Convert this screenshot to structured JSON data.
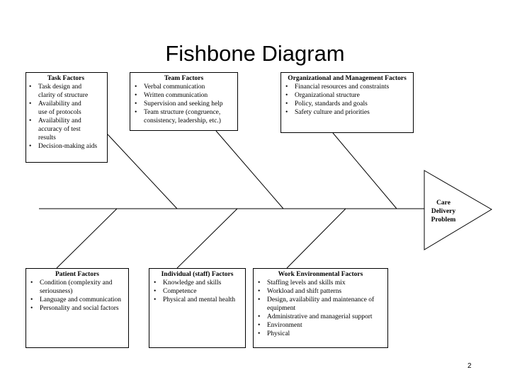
{
  "title": "Fishbone Diagram",
  "problem": [
    "Care",
    "Delivery",
    "Problem"
  ],
  "page_number": "2",
  "task_factors": {
    "heading": "Task Factors",
    "items": [
      "Task design and clarity of structure",
      "Availability and use of protocols",
      "Availability and accuracy of test results",
      "Decision-making aids"
    ]
  },
  "team_factors": {
    "heading": "Team Factors",
    "items": [
      "Verbal communication",
      "Written communication",
      "Supervision and seeking help",
      "Team structure (congruence, consistency, leadership, etc.)"
    ]
  },
  "org_factors": {
    "heading": "Organizational and Management Factors",
    "items": [
      "Financial resources and constraints",
      "Organizational structure",
      "Policy, standards and goals",
      "Safety culture and priorities"
    ]
  },
  "patient_factors": {
    "heading": "Patient Factors",
    "items": [
      "Condition (complexity and seriousness)",
      "Language and communication",
      "Personality and social factors"
    ]
  },
  "individual_factors": {
    "heading": "Individual (staff) Factors",
    "items": [
      "Knowledge and skills",
      "Competence",
      "Physical and mental health"
    ]
  },
  "work_env_factors": {
    "heading": "Work Environmental Factors",
    "items": [
      "Staffing levels and skills mix",
      "Workload and shift patterns",
      "Design, availability and maintenance of equipment",
      "Administrative and managerial support",
      "Environment",
      "Physical"
    ]
  }
}
